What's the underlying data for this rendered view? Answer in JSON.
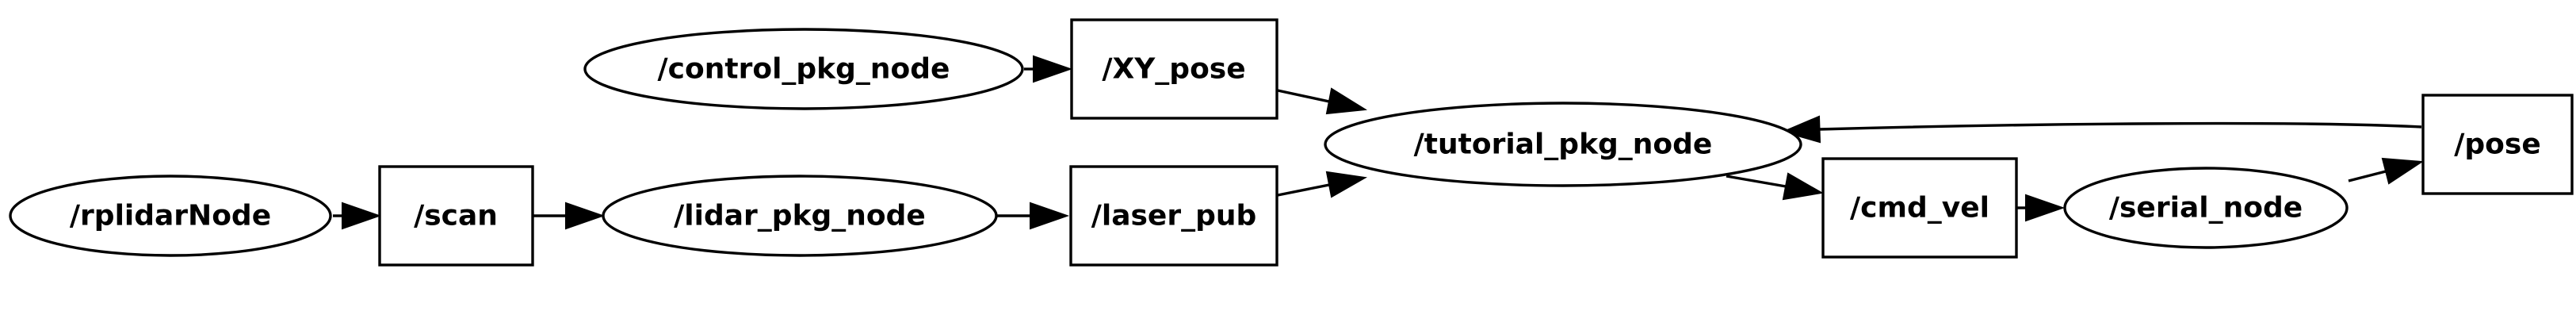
{
  "nodes": {
    "rplidarNode": {
      "label": "/rplidarNode",
      "type": "node"
    },
    "scan": {
      "label": "/scan",
      "type": "topic"
    },
    "lidar_pkg_node": {
      "label": "/lidar_pkg_node",
      "type": "node"
    },
    "laser_pub": {
      "label": "/laser_pub",
      "type": "topic"
    },
    "control_pkg_node": {
      "label": "/control_pkg_node",
      "type": "node"
    },
    "XY_pose": {
      "label": "/XY_pose",
      "type": "topic"
    },
    "tutorial_pkg_node": {
      "label": "/tutorial_pkg_node",
      "type": "node"
    },
    "cmd_vel": {
      "label": "/cmd_vel",
      "type": "topic"
    },
    "serial_node": {
      "label": "/serial_node",
      "type": "node"
    },
    "pose": {
      "label": "/pose",
      "type": "topic"
    }
  },
  "edges": [
    {
      "from": "rplidarNode",
      "to": "scan"
    },
    {
      "from": "scan",
      "to": "lidar_pkg_node"
    },
    {
      "from": "lidar_pkg_node",
      "to": "laser_pub"
    },
    {
      "from": "control_pkg_node",
      "to": "XY_pose"
    },
    {
      "from": "XY_pose",
      "to": "tutorial_pkg_node"
    },
    {
      "from": "laser_pub",
      "to": "tutorial_pkg_node"
    },
    {
      "from": "tutorial_pkg_node",
      "to": "cmd_vel"
    },
    {
      "from": "cmd_vel",
      "to": "serial_node"
    },
    {
      "from": "serial_node",
      "to": "pose"
    },
    {
      "from": "pose",
      "to": "tutorial_pkg_node"
    }
  ]
}
